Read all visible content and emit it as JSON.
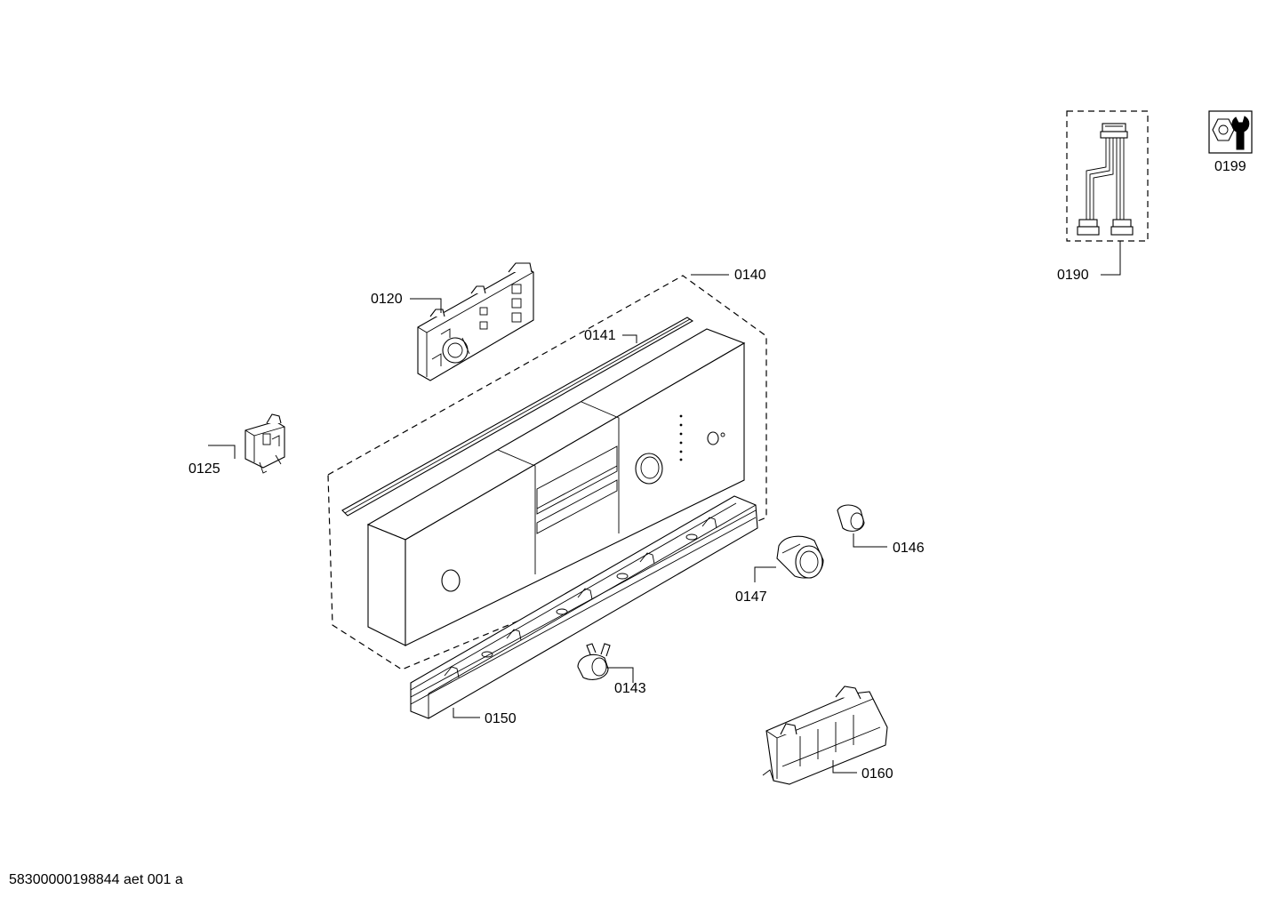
{
  "diagram": {
    "labels": {
      "p0120": "0120",
      "p0125": "0125",
      "p0140": "0140",
      "p0141": "0141",
      "p0143": "0143",
      "p0146": "0146",
      "p0147": "0147",
      "p0150": "0150",
      "p0160": "0160",
      "p0190": "0190",
      "p0199": "0199"
    },
    "icons": {
      "service_tools": "nut-and-wrench-icon"
    },
    "colors": {
      "line": "#000000",
      "background": "#ffffff"
    }
  },
  "footer": {
    "document_code": "58300000198844 aet 001 a"
  }
}
